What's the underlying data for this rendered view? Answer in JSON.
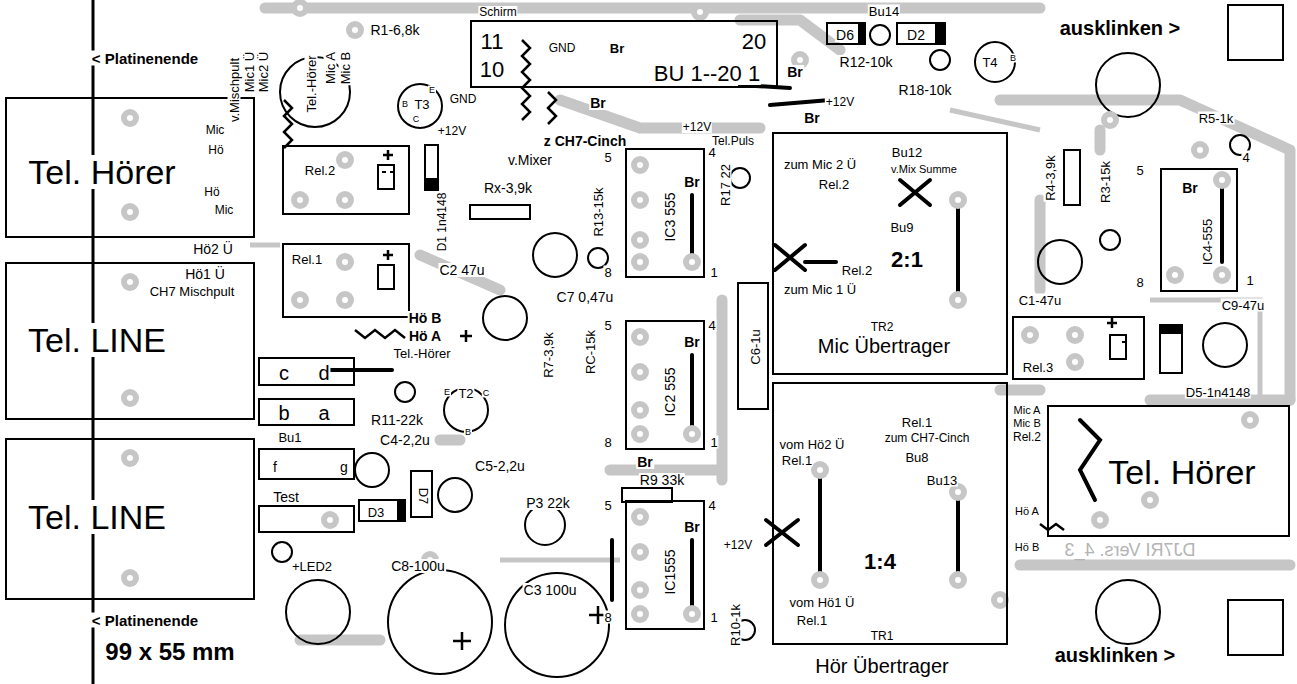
{
  "diagram": {
    "nodes": [
      {
        "text": [
          "11",
          "10",
          "GND",
          "Br",
          "20",
          "BU 1--20 1"
        ]
      },
      {
        "text": [
          "D6"
        ]
      },
      {
        "text": [
          "D2"
        ]
      },
      {
        "text": [
          "Tel. Hörer",
          "Mic",
          "Hö",
          "Hö",
          "Mic"
        ]
      },
      {
        "text": [
          "Rel.2"
        ]
      },
      {
        "text": [
          "IC3 555",
          "Br"
        ]
      },
      {
        "text": [
          "zum Mic 2 Ü",
          "Rel.2",
          "Bu12",
          "v.Mix Summe",
          "Bu9",
          "2:1",
          "Rel.2",
          "zum Mic 1 Ü",
          "TR2",
          "Mic Übertrager"
        ]
      },
      {
        "text": [
          "Br",
          "IC4-555"
        ]
      },
      {
        "text": [
          "Rel.1"
        ]
      },
      {
        "text": [
          "Tel. LINE"
        ]
      },
      {
        "text": [
          "C6-1u"
        ]
      },
      {
        "text": [
          "Rel.3"
        ]
      },
      {
        "text": [
          "IC2 555",
          "Br"
        ]
      },
      {
        "text": [
          "c",
          "d"
        ]
      },
      {
        "text": [
          "b",
          "a"
        ]
      },
      {
        "text": [
          "Rel.1",
          "zum CH7-Cinch",
          "Bu8",
          "vom Hö2 Ü",
          "Rel.1",
          "Bu13",
          "1:4",
          "vom Hö1 Ü",
          "Rel.1",
          "TR1",
          "Hör Übertrager"
        ]
      },
      {
        "text": [
          "Tel. Hörer"
        ]
      },
      {
        "text": [
          "Tel. LINE"
        ]
      },
      {
        "text": [
          "f",
          "g"
        ]
      },
      {
        "text": [
          "D7"
        ]
      },
      {
        "text": [
          "Test"
        ]
      },
      {
        "text": [
          "D3"
        ]
      },
      {
        "text": [
          "IC1555",
          "Br"
        ]
      }
    ],
    "labels": [
      "< Platinenende",
      "v.Mischpult",
      "Mic1 Ü",
      "Mic2 Ü",
      "Tel.-Hörer",
      "Mic A",
      "Mic B",
      "R1-6,8k",
      "Schirm",
      "Br",
      "Bu14",
      "R12-10k",
      "R18-10k",
      "T4",
      "B",
      "ausklinken >",
      "T3",
      "B",
      "E",
      "C",
      "GND",
      "Br",
      "Br",
      "+12V",
      "+12V",
      "+12V",
      "z CH7-Cinch",
      "v.Mixer",
      "Tel.Puls",
      "R5-1k",
      "D1 1n4148",
      "Rx-3,9k",
      "R13-15k",
      "R17 22",
      "5",
      "4",
      "8",
      "1",
      "C2 47u",
      "C7 0,47u",
      "R4-3,9k",
      "R3-15k",
      "5",
      "4",
      "8",
      "1",
      "C1-47u",
      "C9-47u",
      "Hö2 Ü",
      "Hö1 Ü",
      "CH7 Mischpult",
      "Hö B",
      "Hö A",
      "Tel.-Hörer",
      "R7-3,9k",
      "RC-15k",
      "5",
      "4",
      "8",
      "1",
      "Br",
      "R11-22k",
      "E",
      "T2",
      "C",
      "B",
      "D5-1n4148",
      "Mic A",
      "Mic B",
      "Rel.2",
      "Hö A",
      "Hö B",
      "Bu1",
      "C4-2,2u",
      "C5-2,2u",
      "P3 22k",
      "R9 33k",
      "5",
      "4",
      "8",
      "1",
      "+12V",
      "R10-1k",
      "+LED2",
      "C8-100u",
      "C3 100u",
      "DJ7RI Vers. 4_3",
      "< Platinenende",
      "99 x 55 mm",
      "ausklinken >"
    ]
  }
}
